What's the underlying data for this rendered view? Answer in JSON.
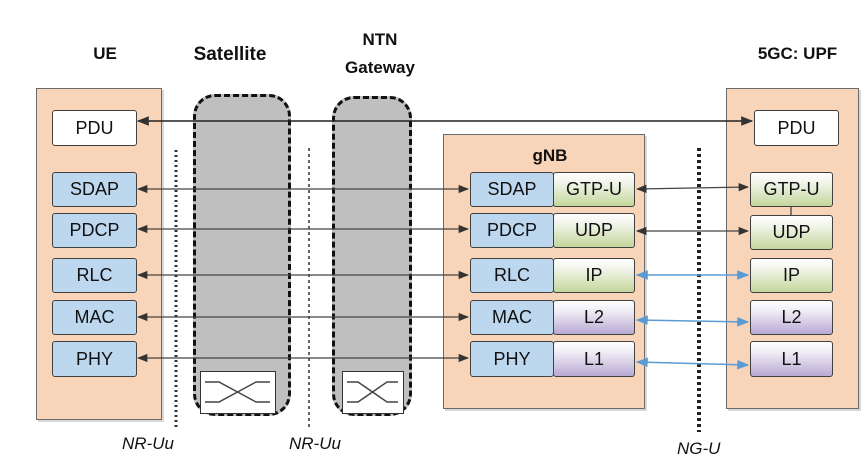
{
  "titles": {
    "ue": "UE",
    "satellite": "Satellite",
    "ntn_gateway_line1": "NTN",
    "ntn_gateway_line2": "Gateway",
    "upf": "5GC: UPF",
    "gnb": "gNB"
  },
  "ue_stack": [
    "PDU",
    "SDAP",
    "PDCP",
    "RLC",
    "MAC",
    "PHY"
  ],
  "gnb_stack": {
    "radio": [
      "SDAP",
      "PDCP",
      "RLC",
      "MAC",
      "PHY"
    ],
    "core": [
      "GTP-U",
      "UDP",
      "IP",
      "L2",
      "L1"
    ]
  },
  "upf_stack": [
    "PDU",
    "GTP-U",
    "UDP",
    "IP",
    "L2",
    "L1"
  ],
  "interfaces": {
    "nr_uu_1": "NR-Uu",
    "nr_uu_2": "NR-Uu",
    "ng_u": "NG-U"
  },
  "colors": {
    "node_bg": "#f8d5b8",
    "radio_layer": "#bdd7ee",
    "transport_green": "#c4d79b",
    "transport_purple": "#b9a9d3",
    "relay_gray": "#bfbfbf",
    "ng_u_arrow": "#5b9bd5"
  }
}
